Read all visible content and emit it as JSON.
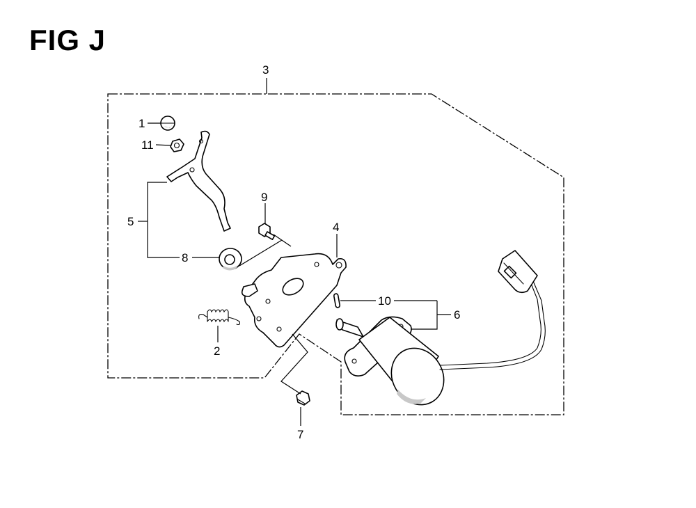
{
  "figure": {
    "title": "FIG J"
  },
  "callouts": [
    {
      "id": "1",
      "label": "1"
    },
    {
      "id": "2",
      "label": "2"
    },
    {
      "id": "3",
      "label": "3"
    },
    {
      "id": "4",
      "label": "4"
    },
    {
      "id": "5",
      "label": "5"
    },
    {
      "id": "6",
      "label": "6"
    },
    {
      "id": "7",
      "label": "7"
    },
    {
      "id": "8",
      "label": "8"
    },
    {
      "id": "9",
      "label": "9"
    },
    {
      "id": "10",
      "label": "10"
    },
    {
      "id": "11",
      "label": "11"
    }
  ]
}
